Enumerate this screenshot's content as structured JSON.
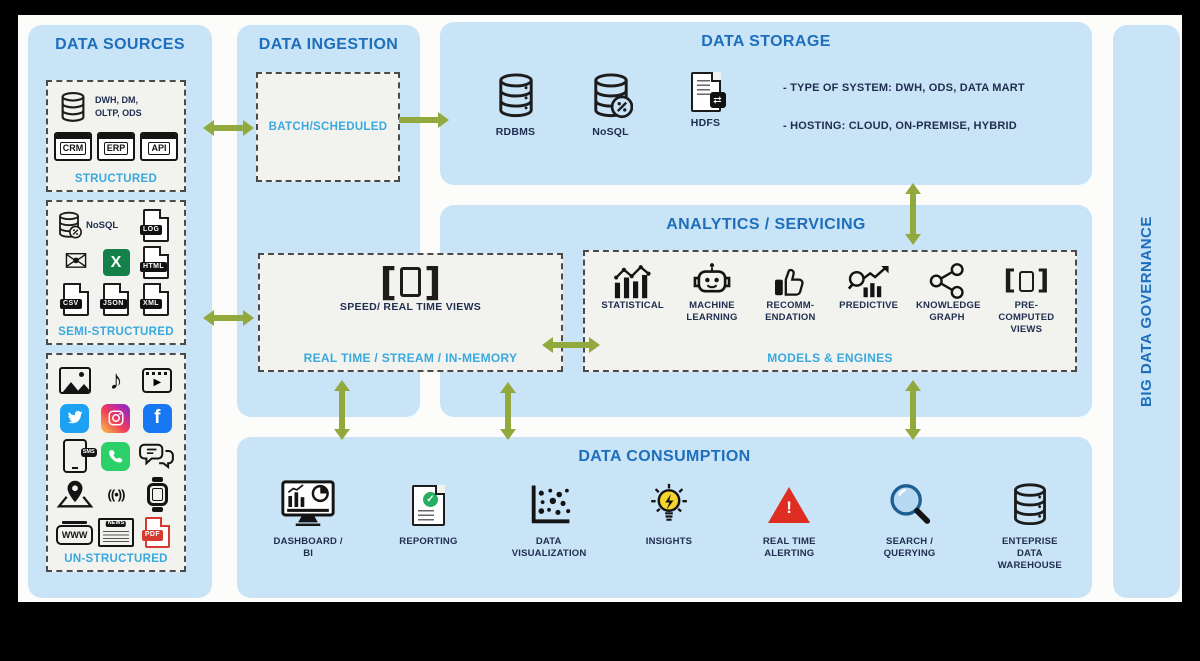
{
  "colors": {
    "panel": "#c9e3f7",
    "title_blue": "#1d6fbb",
    "accent_cyan": "#39a9de",
    "arrow_olive": "#92a93e",
    "dark_text": "#1f2d4e",
    "alert_red": "#e02d22"
  },
  "sources": {
    "title": "DATA SOURCES",
    "structured": {
      "caption": "DWH, DM, OLTP, ODS",
      "apps": [
        "CRM",
        "ERP",
        "API"
      ],
      "label": "STRUCTURED"
    },
    "semi": {
      "nosql": "NoSQL",
      "files": [
        "LOG",
        "HTML",
        "CSV",
        "JSON",
        "XML"
      ],
      "label": "SEMI-STRUCTURED"
    },
    "unstructured": {
      "label": "UN-STRUCTURED"
    }
  },
  "ingestion": {
    "title": "DATA INGESTION",
    "batch": "BATCH/SCHEDULED"
  },
  "storage": {
    "title": "DATA STORAGE",
    "items": [
      "RDBMS",
      "NoSQL",
      "HDFS"
    ],
    "bullets": [
      "- TYPE OF SYSTEM: DWH, ODS, DATA MART",
      "- HOSTING: CLOUD, ON-PREMISE, HYBRID"
    ]
  },
  "analytics": {
    "title": "ANALYTICS / SERVICING",
    "speed": {
      "caption": "SPEED/ REAL TIME VIEWS",
      "label": "REAL TIME / STREAM / IN-MEMORY"
    },
    "models": {
      "label": "MODELS & ENGINES",
      "items": [
        "STATISTICAL",
        "MACHINE LEARNING",
        "RECOMM-ENDATION",
        "PREDICTIVE",
        "KNOWLEDGE GRAPH",
        "PRE-COMPUTED VIEWS"
      ]
    }
  },
  "consumption": {
    "title": "DATA CONSUMPTION",
    "items": [
      "DASHBOARD / BI",
      "REPORTING",
      "DATA VISUALIZATION",
      "INSIGHTS",
      "REAL TIME ALERTING",
      "SEARCH / QUERYING",
      "ENTEPRISE DATA WAREHOUSE"
    ]
  },
  "governance": {
    "title": "BIG DATA GOVERNANCE"
  },
  "icons": {
    "music": "♪",
    "envelope": "✉",
    "play": "▶",
    "check": "✓",
    "sync": "⇄",
    "signal": "((•))",
    "www": "WWW",
    "news": "NEWS",
    "facebook": "f",
    "excel": "X",
    "alert": "!",
    "sms": "SMS",
    "pdf": "PDF"
  }
}
